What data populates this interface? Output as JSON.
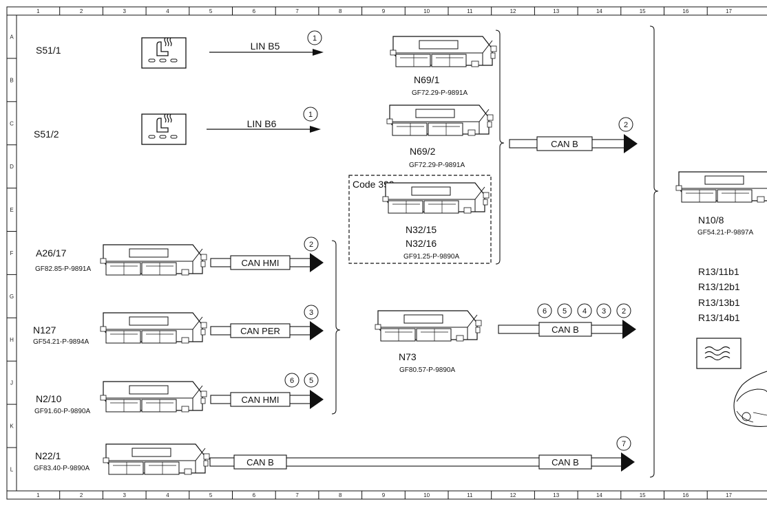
{
  "grid": {
    "columns": [
      "1",
      "2",
      "3",
      "4",
      "5",
      "6",
      "7",
      "8",
      "9",
      "10",
      "11",
      "12",
      "13",
      "14",
      "15",
      "16",
      "17"
    ],
    "rows": [
      "A",
      "B",
      "C",
      "D",
      "E",
      "F",
      "G",
      "H",
      "J",
      "K",
      "L"
    ]
  },
  "components": {
    "s51_1": {
      "label": "S51/1"
    },
    "s51_2": {
      "label": "S51/2"
    },
    "a26_17": {
      "label": "A26/17",
      "code": "GF82.85-P-9891A"
    },
    "n127": {
      "label": "N127",
      "code": "GF54.21-P-9894A"
    },
    "n2_10": {
      "label": "N2/10",
      "code": "GF91.60-P-9890A"
    },
    "n22_1": {
      "label": "N22/1",
      "code": "GF83.40-P-9890A"
    },
    "n69_1": {
      "label": "N69/1",
      "code": "GF72.29-P-9891A"
    },
    "n69_2": {
      "label": "N69/2",
      "code": "GF72.29-P-9891A"
    },
    "n32": {
      "group_label": "Code 399",
      "label1": "N32/15",
      "label2": "N32/16",
      "code": "GF91.25-P-9890A"
    },
    "n73": {
      "label": "N73",
      "code": "GF80.57-P-9890A"
    },
    "n10_8": {
      "label": "N10/8",
      "code": "GF54.21-P-9897A"
    },
    "r13": {
      "items": [
        "R13/11b1",
        "R13/12b1",
        "R13/13b1",
        "R13/14b1"
      ]
    }
  },
  "buses": {
    "lin_b5": {
      "label": "LIN B5",
      "marker": "1"
    },
    "lin_b6": {
      "label": "LIN B6",
      "marker": "1"
    },
    "can_b_top": {
      "label": "CAN B",
      "marker": "2"
    },
    "can_hmi_1": {
      "label": "CAN HMI",
      "marker": "2"
    },
    "can_per": {
      "label": "CAN PER",
      "marker": "3"
    },
    "can_hmi_2": {
      "label": "CAN HMI",
      "markers": [
        "6",
        "5"
      ]
    },
    "can_b_n73": {
      "label": "CAN B",
      "markers": [
        "6",
        "5",
        "4",
        "3",
        "2"
      ]
    },
    "can_b_bottom": {
      "label_left": "CAN B",
      "label_right": "CAN B",
      "marker": "7"
    }
  }
}
